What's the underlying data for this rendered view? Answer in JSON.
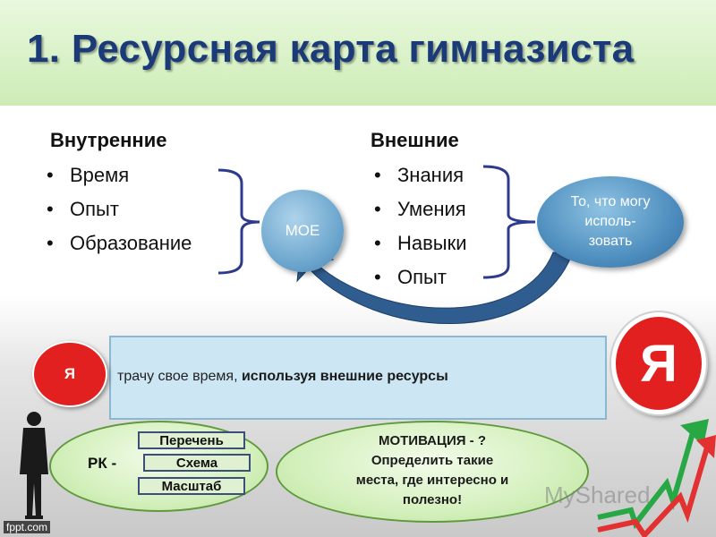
{
  "title": "1. Ресурсная карта гимназиста",
  "internal": {
    "heading": "Внутренние",
    "items": [
      "Время",
      "Опыт",
      "Образование"
    ]
  },
  "external": {
    "heading": "Внешние",
    "items": [
      "Знания",
      "Умения",
      "Навыки",
      "Опыт"
    ]
  },
  "moe_label": "МОЕ",
  "use_bubble": {
    "line1": "То, что могу",
    "line2": "исполь-",
    "line3": "зовать"
  },
  "banner": {
    "text_plain": "трачу свое время, ",
    "text_bold": "используя внешние ресурсы"
  },
  "ya_small": "Я",
  "ya_big": "Я",
  "rk": {
    "label": "РК -",
    "items": [
      "Перечень",
      "Схема",
      "Масштаб"
    ]
  },
  "motivation": {
    "line1": "МОТИВАЦИЯ - ?",
    "line2": "Определить такие",
    "line3": "места, где интересно и",
    "line4": "полезно!"
  },
  "watermark": "MyShared",
  "footer": "fppt.com",
  "colors": {
    "title": "#1a3a78",
    "header_bg": "#cdecb6",
    "bracket": "#2e3a8c",
    "arrow": "#2f5d8f",
    "red_circle": "#e32020",
    "ellipse_green": "#d4f0bd",
    "banner_bg": "#cce6f3"
  }
}
